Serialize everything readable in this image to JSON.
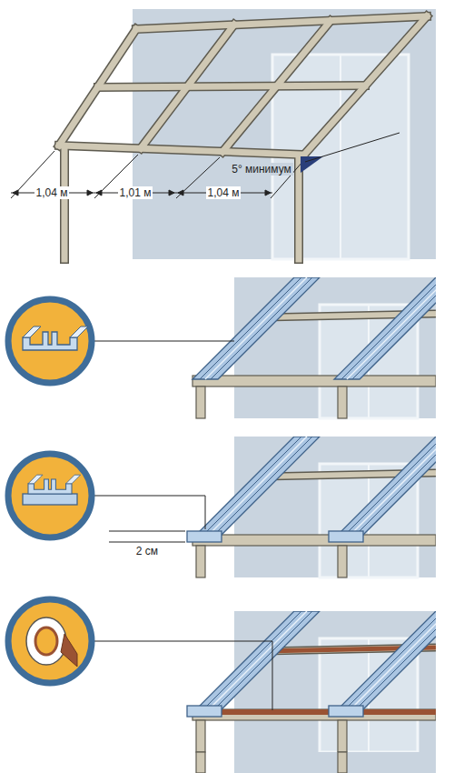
{
  "diagram": {
    "labels": [
      "1,04 м",
      "1,01 м",
      "1,04 м",
      "5° минимум",
      "2 см"
    ]
  }
}
